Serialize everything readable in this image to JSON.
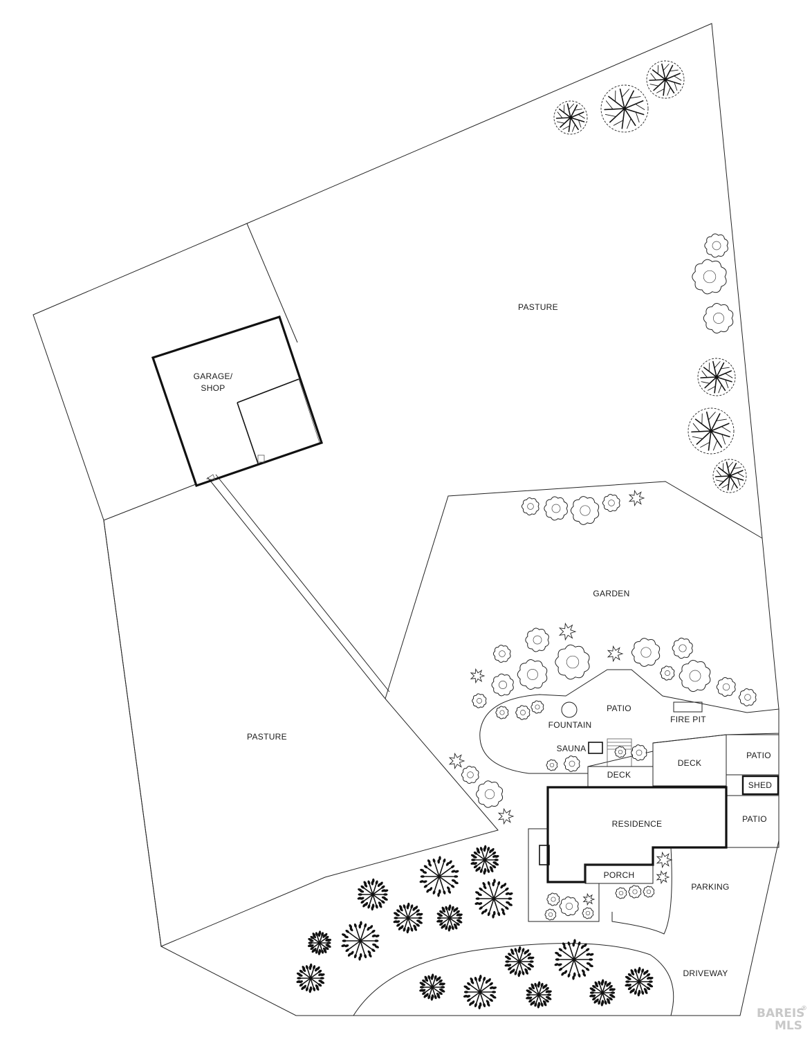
{
  "labels": {
    "pasture_north": "PASTURE",
    "garage_line1": "GARAGE/",
    "garage_line2": "SHOP",
    "garden": "GARDEN",
    "pasture_south": "PASTURE",
    "patio_main": "PATIO",
    "fountain": "FOUNTAIN",
    "fire_pit": "FIRE PIT",
    "sauna": "SAUNA",
    "deck_west": "DECK",
    "deck_east": "DECK",
    "patio_east": "PATIO",
    "shed": "SHED",
    "residence": "RESIDENCE",
    "patio_south": "PATIO",
    "porch": "PORCH",
    "parking": "PARKING",
    "driveway": "DRIVEWAY"
  },
  "watermark": {
    "brand": "BAREIS",
    "sub": "MLS",
    "registered": "®"
  },
  "icons": {
    "canopy_tree": "canopy-tree-icon",
    "leafy_tree": "leafy-tree-icon",
    "shrub": "shrub-icon",
    "star_plant": "star-plant-icon"
  }
}
